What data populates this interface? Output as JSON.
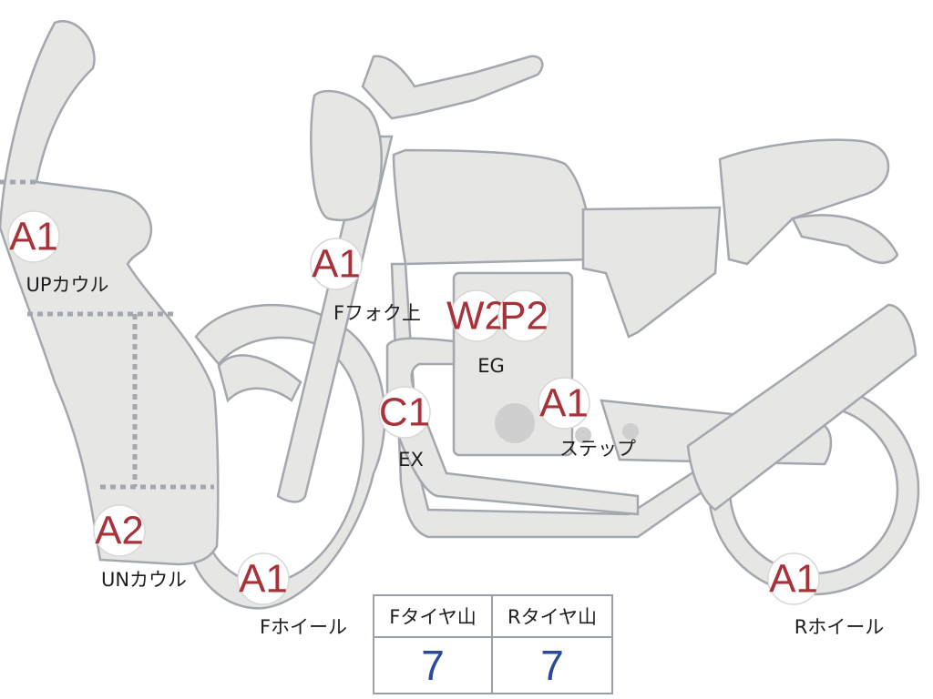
{
  "badges": [
    {
      "id": "up-cowl",
      "grade": "A1",
      "label": "UPカウル"
    },
    {
      "id": "f-fork-top",
      "grade": "A1",
      "label": "Fフォク上"
    },
    {
      "id": "engine-w",
      "grade": "W2",
      "label": ""
    },
    {
      "id": "engine-p",
      "grade": "P2",
      "label": "EG"
    },
    {
      "id": "exhaust",
      "grade": "C1",
      "label": "EX"
    },
    {
      "id": "step",
      "grade": "A1",
      "label": "ステップ"
    },
    {
      "id": "un-cowl",
      "grade": "A2",
      "label": "UNカウル"
    },
    {
      "id": "f-wheel",
      "grade": "A1",
      "label": "Fホイール"
    },
    {
      "id": "r-wheel",
      "grade": "A1",
      "label": "Rホイール"
    }
  ],
  "tire_table": {
    "front": {
      "header": "Fタイヤ山",
      "value": "7"
    },
    "rear": {
      "header": "Rタイヤ山",
      "value": "7"
    }
  },
  "colors": {
    "grade": "#a8323a",
    "value": "#2a4a9a",
    "part_fill": "#e6e6e4",
    "outline": "#a3a7ae"
  }
}
